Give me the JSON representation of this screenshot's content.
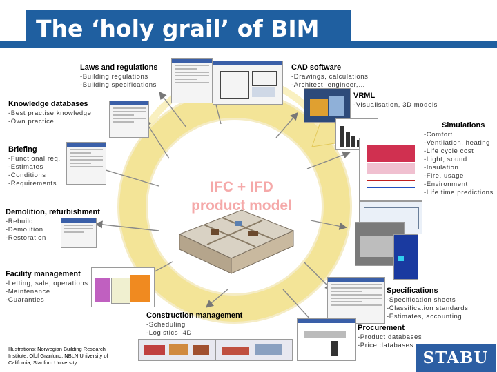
{
  "title": "The ‘holy grail’ of BIM",
  "center_label": [
    "IFC + IFD",
    "product model"
  ],
  "nodes": {
    "laws": {
      "label": "Laws and regulations",
      "items": [
        "-Building regulations",
        "-Building specifications"
      ]
    },
    "cad": {
      "label": "CAD software",
      "items": [
        "-Drawings, calculations",
        "-Architect, engineer,…"
      ]
    },
    "vrml": {
      "label": "VRML",
      "items": [
        "-Visualisation, 3D models"
      ]
    },
    "knowledge": {
      "label": "Knowledge databases",
      "items": [
        "-Best practise knowledge",
        "-Own practice"
      ]
    },
    "simulations": {
      "label": "Simulations",
      "items": [
        "-Comfort",
        "-Ventilation, heating",
        "-Life cycle cost",
        "-Light, sound",
        "-Insulation",
        "-Fire, usage",
        "-Environment",
        "-Life time predictions"
      ]
    },
    "briefing": {
      "label": "Briefing",
      "items": [
        "-Functional req.",
        "-Estimates",
        "-Conditions",
        "-Requirements"
      ]
    },
    "demolition": {
      "label": "Demolition, refurbishment",
      "items": [
        "-Rebuild",
        "-Demolition",
        "-Restoration"
      ]
    },
    "facility": {
      "label": "Facility management",
      "items": [
        "-Letting, sale, operations",
        "-Maintenance",
        "-Guaranties"
      ]
    },
    "specifications": {
      "label": "Specifications",
      "items": [
        "-Specification sheets",
        "-Classification standards",
        "-Estimates, accounting"
      ]
    },
    "construction": {
      "label": "Construction management",
      "items": [
        "-Scheduling",
        "-Logistics, 4D"
      ]
    },
    "procurement": {
      "label": "Procurement",
      "items": [
        "-Product databases",
        "-Price databases"
      ]
    }
  },
  "credits": "Illustrations: Norwegian Building Research\nInstitute, Olof Granlund, NBLN University of\nCalifornia, Stanford University",
  "logo": "STABU",
  "colors": {
    "title_bg": "#1f5fa0",
    "cycle": "#f2e08a",
    "cycle_edge": "#e0c860",
    "arrow": "#777777"
  }
}
